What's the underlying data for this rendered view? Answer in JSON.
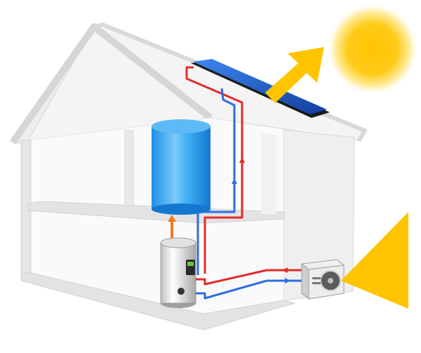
{
  "diagram": {
    "components": [
      {
        "id": "sun",
        "icon": "sun-icon"
      },
      {
        "id": "solar-panel",
        "icon": "solar-panel-icon"
      },
      {
        "id": "storage-tank",
        "icon": "water-tank-icon"
      },
      {
        "id": "boiler",
        "icon": "boiler-icon"
      },
      {
        "id": "heat-pump",
        "icon": "heat-pump-icon"
      }
    ],
    "flows": [
      {
        "from": "sun",
        "to": "solar-panel",
        "kind": "radiation-arrow"
      },
      {
        "from": "heat-pump",
        "to": "outdoor-air",
        "kind": "air-cone"
      },
      {
        "from": "solar-panel",
        "to": "boiler",
        "kind": "pipe-loop"
      },
      {
        "from": "heat-pump",
        "to": "boiler",
        "kind": "pipe-loop"
      },
      {
        "from": "boiler",
        "to": "storage-tank",
        "kind": "up-arrow"
      }
    ]
  },
  "colors": {
    "sun": "#FFC400",
    "sun_glow": "#FFE680",
    "arrow": "#FFC400",
    "panel": "#1E5FD8",
    "hot_pipe": "#E32B2B",
    "cold_pipe": "#2F6DE0",
    "tank": "#1C9BEF",
    "house_wall": "#EDEDED",
    "house_edge": "#D6D6D6",
    "connector": "#F07A28"
  }
}
